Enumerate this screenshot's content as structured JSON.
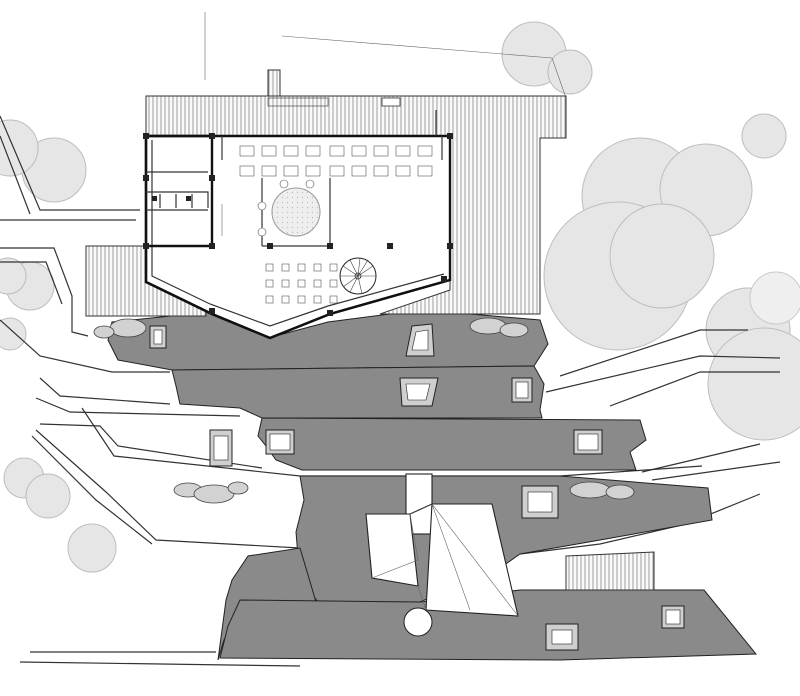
{
  "drawing": {
    "kind": "architectural site plan",
    "colors": {
      "terrace_fill": "#8a8a8a",
      "tree_fill": "#e6e6e6",
      "line": "#333333"
    },
    "elements": [
      "building-footprint",
      "cafe-seating-grid",
      "courtyard-tree",
      "spiral-stair",
      "stepped-terraces",
      "skylights",
      "wedge-sculpture",
      "site-trees"
    ]
  }
}
